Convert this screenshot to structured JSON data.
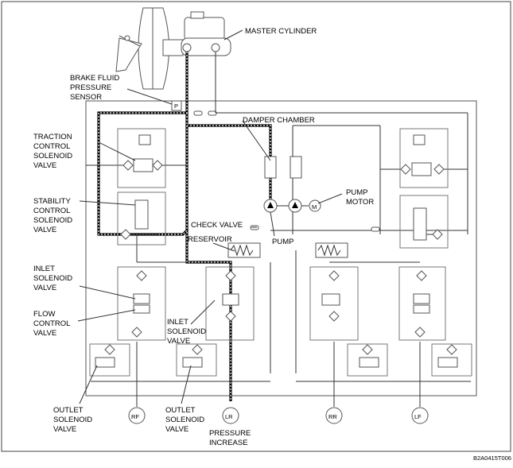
{
  "labels": {
    "master_cylinder": "MASTER CYLINDER",
    "brake_fluid_1": "BRAKE FLUID",
    "brake_fluid_2": "PRESSURE",
    "brake_fluid_3": "SENSOR",
    "damper_chamber": "DAMPER CHAMBER",
    "traction_1": "TRACTION",
    "traction_2": "CONTROL",
    "traction_3": "SOLENOID",
    "traction_4": "VALVE",
    "stability_1": "STABILITY",
    "stability_2": "CONTROL",
    "stability_3": "SOLENOID",
    "stability_4": "VALVE",
    "pump_motor_1": "PUMP",
    "pump_motor_2": "MOTOR",
    "check_valve": "CHECK VALVE",
    "reservoir": "RESERVOIR",
    "pump": "PUMP",
    "inlet_left_1": "INLET",
    "inlet_left_2": "SOLENOID",
    "inlet_left_3": "VALVE",
    "flow_1": "FLOW",
    "flow_2": "CONTROL",
    "flow_3": "VALVE",
    "inlet_mid_1": "INLET",
    "inlet_mid_2": "SOLENOID",
    "inlet_mid_3": "VALVE",
    "outlet_left_1": "OUTLET",
    "outlet_left_2": "SOLENOID",
    "outlet_left_3": "VALVE",
    "outlet_mid_1": "OUTLET",
    "outlet_mid_2": "SOLENOID",
    "outlet_mid_3": "VALVE",
    "pressure_1": "PRESSURE",
    "pressure_2": "INCREASE",
    "sensor_p": "P",
    "motor_m": "M",
    "code": "B2A0415T006"
  },
  "wheels": {
    "rf": "RF",
    "lr": "LR",
    "rr": "RR",
    "lf": "LF"
  }
}
